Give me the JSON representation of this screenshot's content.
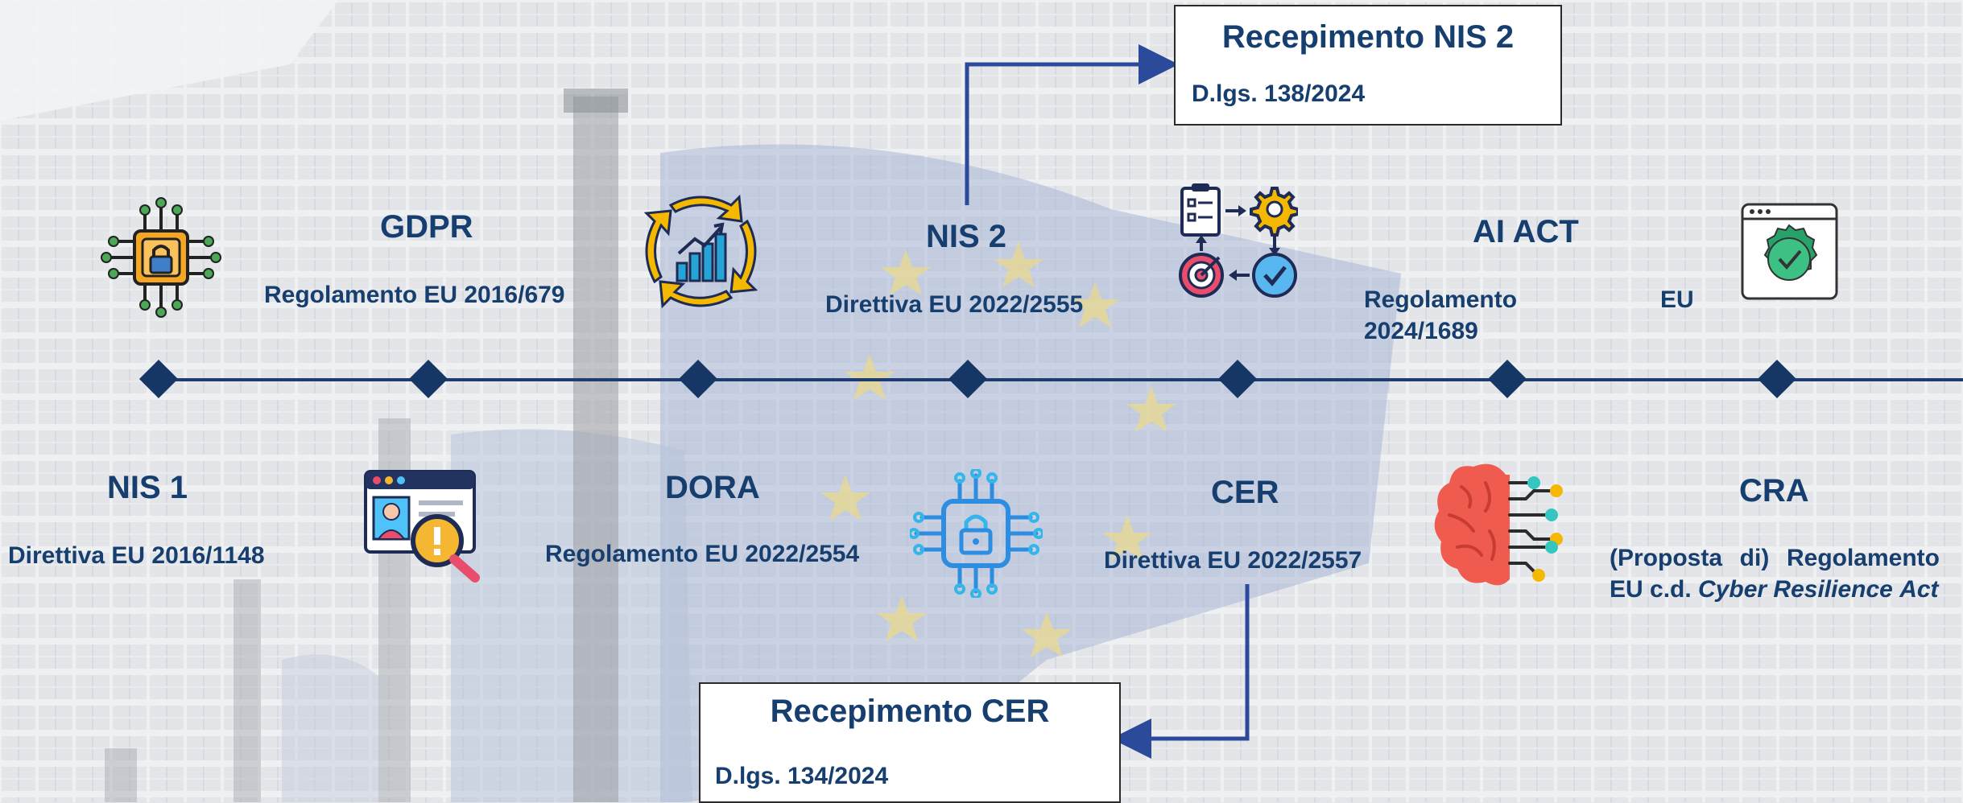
{
  "accent_color": "#163e6e",
  "timeline_color": "#1f3c70",
  "items": {
    "nis1": {
      "title": "NIS 1",
      "subtitle": "Direttiva EU 2016/1148",
      "icon": "chip-lock-icon"
    },
    "gdpr": {
      "title": "GDPR",
      "subtitle": "Regolamento EU 2016/679",
      "icon": "profile-search-alert-icon"
    },
    "dora": {
      "title": "DORA",
      "subtitle": "Regolamento EU 2022/2554",
      "icon": "growth-chart-cycle-icon"
    },
    "nis2": {
      "title": "NIS 2",
      "subtitle": "Direttiva EU 2022/2555",
      "icon": "circuit-lock-icon"
    },
    "cer": {
      "title": "CER",
      "subtitle": "Direttiva EU 2022/2557",
      "icon": "process-workflow-icon"
    },
    "aiact": {
      "title": "AI ACT",
      "subtitle_line1": "Regolamento",
      "subtitle_line2": "2024/1689",
      "subtitle_eu": "EU",
      "icon": "ai-brain-icon"
    },
    "cra": {
      "title": "CRA",
      "subtitle_part1": "(Proposta di) Regolamento EU c.d.",
      "subtitle_italic1": "Cyber Resilience",
      "subtitle_italic2": "Act",
      "icon": "verified-badge-window-icon"
    }
  },
  "boxes": {
    "nis2_transposition": {
      "title": "Recepimento NIS 2",
      "subtitle": "D.lgs. 138/2024"
    },
    "cer_transposition": {
      "title": "Recepimento CER",
      "subtitle": "D.lgs. 134/2024"
    }
  }
}
